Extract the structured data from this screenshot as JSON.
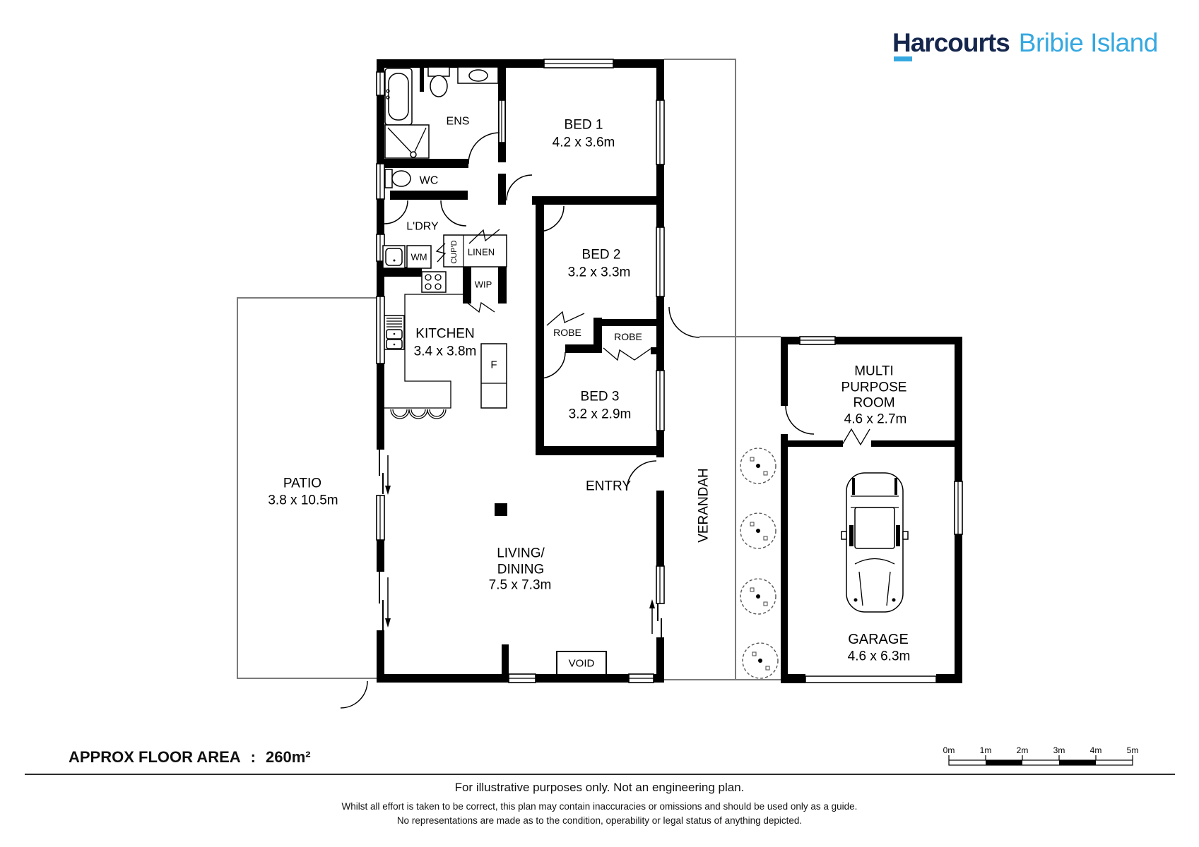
{
  "brand": {
    "name": "Harcourts",
    "region": "Bribie Island"
  },
  "plan": {
    "rooms": {
      "ens": {
        "label": "ENS"
      },
      "wc": {
        "label": "WC"
      },
      "ldry": {
        "label": "L'DRY"
      },
      "bed1": {
        "label": "BED 1",
        "dims": "4.2 x 3.6m"
      },
      "bed2": {
        "label": "BED 2",
        "dims": "3.2 x 3.3m"
      },
      "bed3": {
        "label": "BED 3",
        "dims": "3.2 x 2.9m"
      },
      "kitchen": {
        "label": "KITCHEN",
        "dims": "3.4 x 3.8m"
      },
      "living": {
        "label_line1": "LIVING/",
        "label_line2": "DINING",
        "dims": "7.5 x 7.3m"
      },
      "patio": {
        "label": "PATIO",
        "dims": "3.8 x 10.5m"
      },
      "entry": {
        "label": "ENTRY"
      },
      "verandah": {
        "label": "VERANDAH"
      },
      "mpr": {
        "label_line1": "MULTI",
        "label_line2": "PURPOSE",
        "label_line3": "ROOM",
        "dims": "4.6 x 2.7m"
      },
      "garage": {
        "label": "GARAGE",
        "dims": "4.6 x 6.3m"
      },
      "void": {
        "label": "VOID"
      }
    },
    "fixtures": {
      "wm": "WM",
      "cupd": "CUP'D",
      "linen": "LINEN",
      "wip": "WIP",
      "fridge": "F",
      "robe_bed2": "ROBE",
      "robe_bed3": "ROBE"
    }
  },
  "scale_bar": {
    "labels": [
      "0m",
      "1m",
      "2m",
      "3m",
      "4m",
      "5m"
    ]
  },
  "footer": {
    "floor_area_label": "APPROX FLOOR AREA",
    "floor_area_sep": ":",
    "floor_area_value": "260m²",
    "disclaimer_line1": "For illustrative purposes only. Not an engineering plan.",
    "disclaimer_line2": "Whilst all effort is taken to be correct, this plan may contain inaccuracies or omissions and should be used only as a guide.",
    "disclaimer_line3": "No representations are made as to the condition, operability or legal status of anything depicted."
  },
  "colors": {
    "brand_navy": "#15264d",
    "brand_blue": "#35a8e0",
    "wall": "#000000",
    "outline_gray": "#7a7a7a"
  }
}
